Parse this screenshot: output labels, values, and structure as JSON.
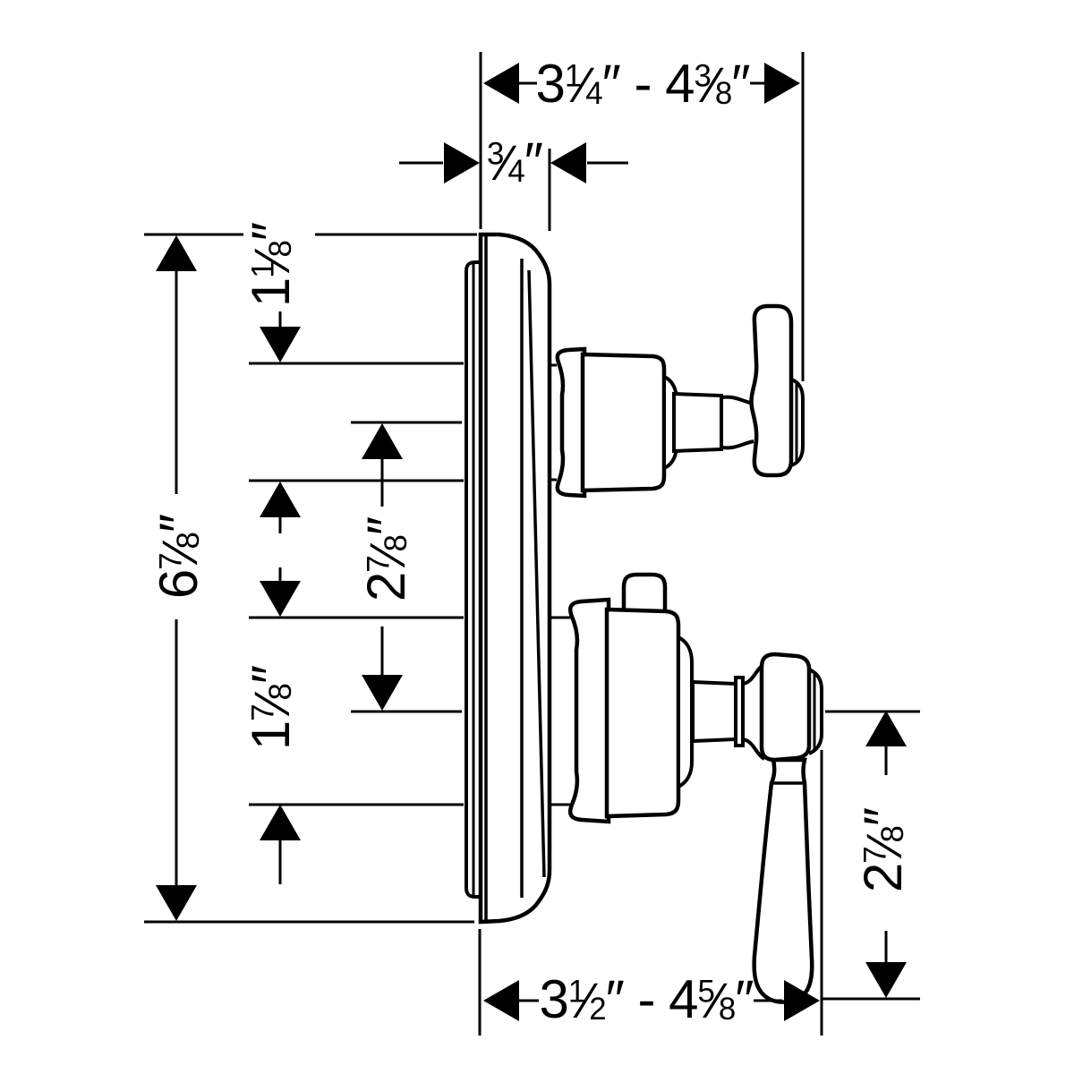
{
  "diagram": {
    "type": "technical-dimension-drawing",
    "subject": "thermostatic shower valve trim, side view",
    "background_color": "#ffffff",
    "line_color": "#000000",
    "components": [
      "escutcheon-plate",
      "volume-control-cartridge",
      "cross-handle",
      "thermostatic-cartridge",
      "lever-handle"
    ]
  },
  "dimensions": {
    "top_width": {
      "plain": "3 1/4\" - 4 3/8\"",
      "tokens": [
        "3",
        "1/4",
        "″",
        " - ",
        "4",
        "3/8",
        "″"
      ]
    },
    "plate_depth": {
      "plain": "3/4\"",
      "tokens": [
        "3/4",
        "″"
      ]
    },
    "top_offset": {
      "plain": "1 1/8\"",
      "tokens": [
        "1",
        "1/8",
        "″"
      ]
    },
    "overall_height": {
      "plain": "6 7/8\"",
      "tokens": [
        "6",
        "7/8",
        "″"
      ]
    },
    "center_distance": {
      "plain": "2 7/8\"",
      "tokens": [
        "2",
        "7/8",
        "″"
      ]
    },
    "lower_offset": {
      "plain": "1 7/8\"",
      "tokens": [
        "1",
        "7/8",
        "″"
      ]
    },
    "handle_drop": {
      "plain": "2 7/8\"",
      "tokens": [
        "2",
        "7/8",
        "″"
      ]
    },
    "bottom_width": {
      "plain": "3 1/2\" - 4 5/8\"",
      "tokens": [
        "3",
        "1/2",
        "″",
        " - ",
        "4",
        "5/8",
        "″"
      ]
    }
  }
}
